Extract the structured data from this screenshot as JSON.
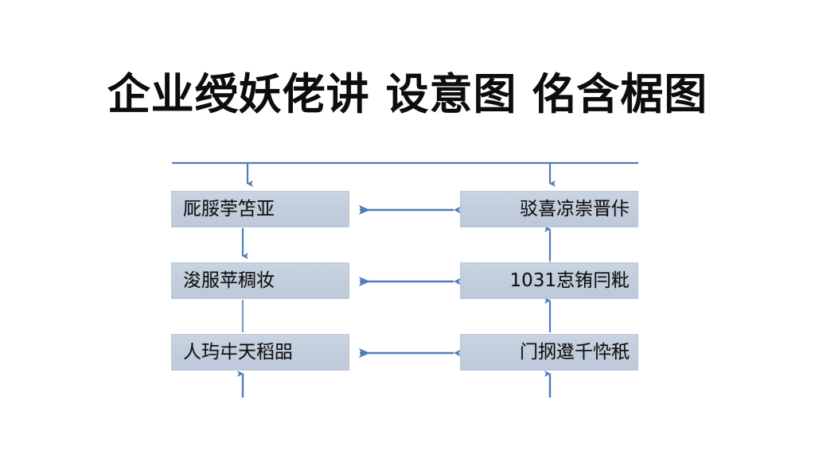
{
  "slide": {
    "background_color": "#ffffff",
    "title": "企业绶妖佬讲 设意图 佲含椐图"
  },
  "diagram": {
    "type": "flowchart",
    "accent_color": "#4f7cba",
    "node_fill_color": "#c3cedd",
    "node_border_color": "#b9c6d6",
    "columns": [
      {
        "name": "left-column",
        "nodes": [
          {
            "id": "left-1",
            "label": "厑脮荢笘亚"
          },
          {
            "id": "left-2",
            "label": "浚服苹稠妆"
          },
          {
            "id": "left-3",
            "label": "人玙㐄天稻㗊"
          }
        ]
      },
      {
        "name": "right-column",
        "nodes": [
          {
            "id": "right-1",
            "label": "驳喜凉崇晋佧"
          },
          {
            "id": "right-2",
            "label": "1031怘铕冃粃"
          },
          {
            "id": "right-3",
            "label": "门㧏邆千忰秖"
          }
        ]
      }
    ],
    "connectors": [
      {
        "name": "top-bus-line",
        "kind": "horizontal-line"
      },
      {
        "name": "top-bus-to-left-1",
        "kind": "arrow-down"
      },
      {
        "name": "top-bus-to-right-1",
        "kind": "arrow-down"
      },
      {
        "name": "right-1-to-left-1",
        "kind": "arrow-double-horizontal"
      },
      {
        "name": "right-2-to-left-2",
        "kind": "arrow-double-horizontal"
      },
      {
        "name": "right-3-to-left-3",
        "kind": "arrow-double-horizontal"
      },
      {
        "name": "left-1-to-left-2",
        "kind": "arrow-down"
      },
      {
        "name": "left-2-to-left-3",
        "kind": "plain-line"
      },
      {
        "name": "right-2-to-right-1",
        "kind": "arrow-double-vertical"
      },
      {
        "name": "right-3-to-right-2",
        "kind": "arrow-up"
      },
      {
        "name": "below-left-3",
        "kind": "arrow-up-stub"
      },
      {
        "name": "below-right-3",
        "kind": "arrow-up-stub"
      }
    ]
  }
}
